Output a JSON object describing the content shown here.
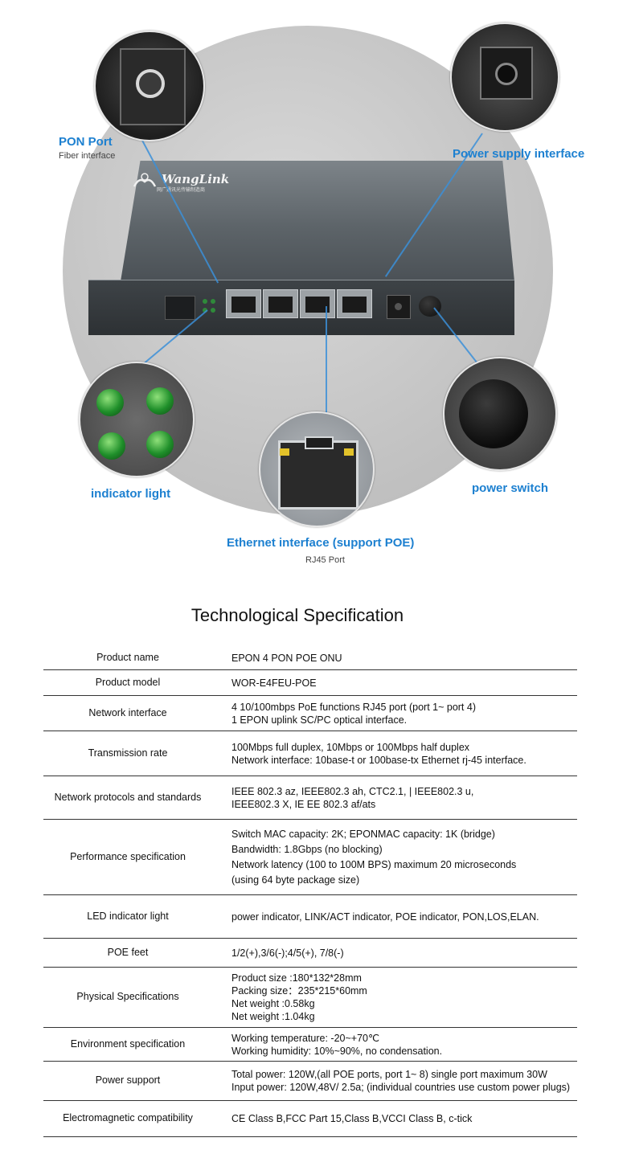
{
  "brand": {
    "name": "WangLink",
    "tagline": "网广通讯光传输制造商"
  },
  "labels": {
    "pon_port": "PON  Port",
    "pon_port_sub": "Fiber interface",
    "power_supply": "Power supply interface",
    "indicator_light": "indicator light",
    "power_switch": "power switch",
    "ethernet": "Ethernet interface (support POE)",
    "ethernet_sub": "RJ45 Port"
  },
  "spec_title": "Technological Specification",
  "specs": [
    {
      "name": "Product name",
      "lines": [
        "EPON 4 PON POE ONU"
      ]
    },
    {
      "name": "Product model",
      "lines": [
        "WOR-E4FEU-POE"
      ]
    },
    {
      "name": "Network interface",
      "lines": [
        "4 10/100mbps PoE functions RJ45 port (port 1~ port 4)",
        "1 EPON uplink SC/PC optical interface."
      ]
    },
    {
      "name": "Transmission rate",
      "lines": [
        "100Mbps full duplex, 10Mbps or 100Mbps half duplex",
        "Network interface: 10base-t or 100base-tx Ethernet rj-45 interface."
      ]
    },
    {
      "name": "Network protocols and standards",
      "lines": [
        "IEEE 802.3 az, IEEE802.3 ah, CTC2.1, | IEEE802.3 u,",
        "IEEE802.3 X, IE EE 802.3 af/ats"
      ]
    },
    {
      "name": "Performance specification",
      "lines": [
        "Switch MAC capacity: 2K; EPONMAC capacity: 1K (bridge)",
        "Bandwidth: 1.8Gbps (no blocking)",
        "Network latency (100 to 100M BPS)  maximum 20 microseconds",
        "(using 64 byte package size)"
      ]
    },
    {
      "name": "LED indicator light",
      "lines": [
        "power indicator, LINK/ACT indicator, POE indicator, PON,LOS,ELAN."
      ]
    },
    {
      "name": "POE feet",
      "lines": [
        "1/2(+),3/6(-);4/5(+), 7/8(-)"
      ]
    },
    {
      "name": "Physical Specifications",
      "lines": [
        "Product size :180*132*28mm",
        "Packing size：235*215*60mm",
        "Net weight :0.58kg",
        "Net weight :1.04kg"
      ]
    },
    {
      "name": "Environment specification",
      "lines": [
        "Working temperature:  -20~+70℃",
        "Working humidity: 10%~90%, no condensation."
      ]
    },
    {
      "name": "Power support",
      "lines": [
        "Total power: 120W,(all POE ports, port 1~ 8) single port maximum 30W",
        "Input power: 120W,48V/ 2.5a; (individual countries use custom power plugs)"
      ]
    },
    {
      "name": "Electromagnetic compatibility",
      "lines": [
        "CE Class B,FCC Part 15,Class B,VCCI Class B, c-tick"
      ]
    }
  ]
}
